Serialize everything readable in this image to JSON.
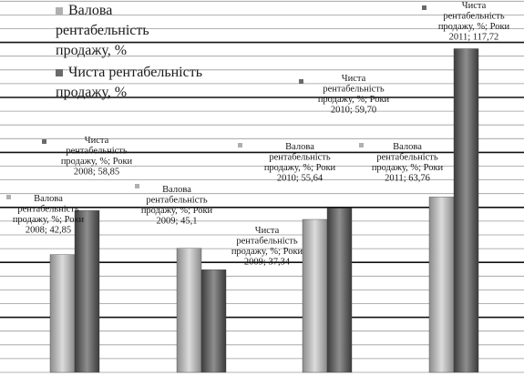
{
  "chart_data": {
    "type": "bar",
    "categories": [
      "2008",
      "2009",
      "2010",
      "2011"
    ],
    "series": [
      {
        "name": "Валова рентабельність продажу, %",
        "values": [
          42.85,
          45.1,
          55.64,
          63.76
        ],
        "labels": [
          [
            "Валова",
            "рентабельність",
            "продажу, %; Роки",
            "2008; 42,85"
          ],
          [
            "Валова",
            "рентабельність",
            "продажу, %; Роки",
            "2009; 45,1"
          ],
          [
            "Валова",
            "рентабельність",
            "продажу, %; Роки",
            "2010; 55,64"
          ],
          [
            "Валова",
            "рентабельність",
            "продажу, %; Роки",
            "2011; 63,76"
          ]
        ]
      },
      {
        "name": "Чиста рентабельність продажу, %",
        "values": [
          58.85,
          37.34,
          59.7,
          117.72
        ],
        "labels": [
          [
            "Чиста",
            "рентабельність",
            "продажу, %; Роки",
            "2008; 58,85"
          ],
          [
            "Чиста",
            "рентабельність",
            "продажу, %; Роки",
            "2009; 37,34"
          ],
          [
            "Чиста",
            "рентабельність",
            "продажу, %; Роки",
            "2010; 59,70"
          ],
          [
            "Чиста",
            "рентабельність",
            "продажу, %; Роки",
            "2011; 117,72"
          ]
        ]
      }
    ],
    "legend": {
      "placement": "top-left",
      "entries": [
        [
          "Валова",
          "рентабельність",
          "продажу, %"
        ],
        [
          "Чиста рентабельність",
          "продажу, %"
        ]
      ]
    },
    "grid": true,
    "ylim": [
      0,
      125
    ]
  },
  "colors": {
    "gross": "#b5b5b5",
    "net": "#6b6b6b",
    "grid_major": "#111111",
    "grid_minor": "#9a9a9a"
  }
}
